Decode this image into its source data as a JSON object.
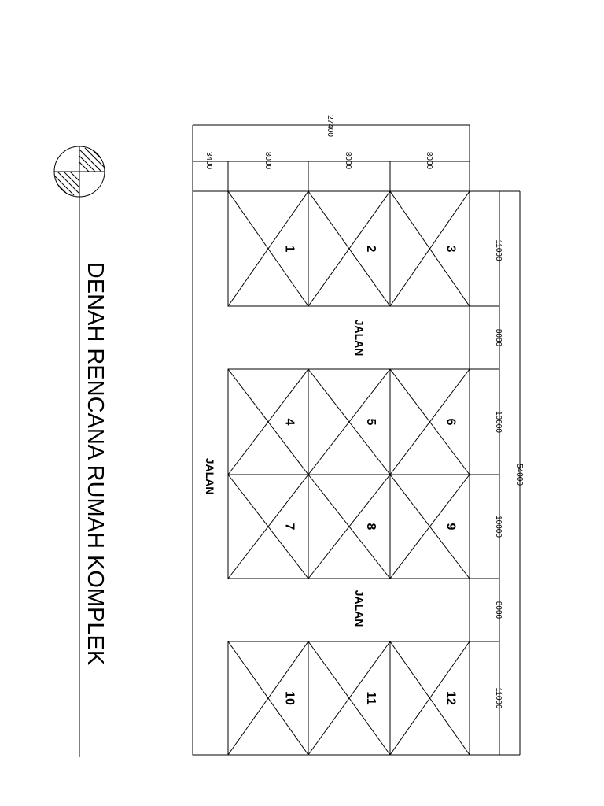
{
  "title": "DENAH RENCANA RUMAH KOMPLEK",
  "dimensions": {
    "overall_width": "27400",
    "overall_length": "54000",
    "column_widths": [
      "3400",
      "8000",
      "8000",
      "8000"
    ],
    "segments": [
      "11000",
      "8000",
      "10000",
      "10000",
      "8000",
      "11000"
    ]
  },
  "roads": {
    "cross_road_1": "JALAN",
    "main_road": "JALAN",
    "cross_road_2": "JALAN"
  },
  "lots": [
    "1",
    "2",
    "3",
    "4",
    "5",
    "6",
    "7",
    "8",
    "9",
    "10",
    "11",
    "12"
  ]
}
